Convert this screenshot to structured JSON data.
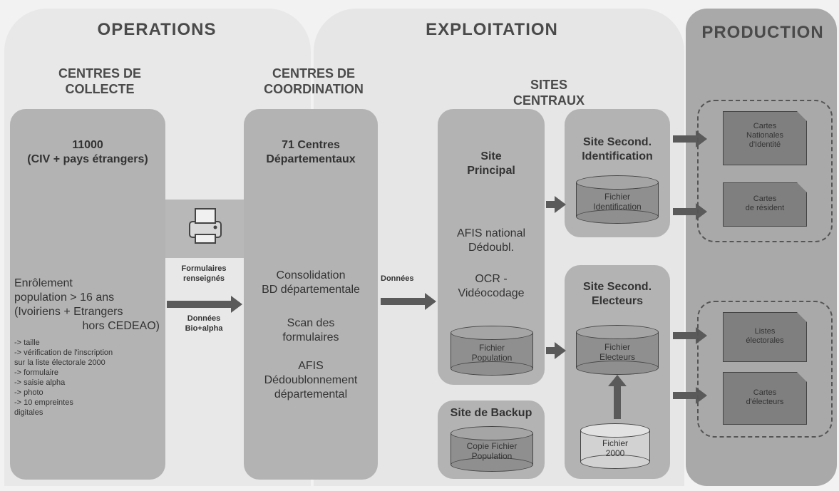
{
  "sections": {
    "operations": "OPERATIONS",
    "exploitation": "EXPLOITATION",
    "production": "PRODUCTION"
  },
  "collecte": {
    "title_line1": "CENTRES DE",
    "title_line2": "COLLECTE",
    "count": "11000",
    "count_sub": "(CIV + pays étrangers)",
    "enrol_line1": "Enrôlement",
    "enrol_line2": "population > 16 ans",
    "enrol_line3": "(Ivoiriens + Etrangers",
    "enrol_line4": "hors CEDEAO)",
    "steps": [
      "-> taille",
      "-> vérification de l'inscription",
      "sur la liste électorale 2000",
      "-> formulaire",
      "-> saisie alpha",
      "-> photo",
      "-> 10 empreintes",
      "digitales"
    ]
  },
  "link1": {
    "label1_line1": "Formulaires",
    "label1_line2": "renseignés",
    "label2_line1": "Données",
    "label2_line2": "Bio+alpha"
  },
  "coordination": {
    "title_line1": "CENTRES DE",
    "title_line2": "COORDINATION",
    "head_line1": "71 Centres",
    "head_line2": "Départementaux",
    "task1_line1": "Consolidation",
    "task1_line2": "BD départementale",
    "task2_line1": "Scan des",
    "task2_line2": "formulaires",
    "task3_line1": "AFIS",
    "task3_line2": "Dédoublonnement",
    "task3_line3": "départemental"
  },
  "link2": {
    "label": "Données"
  },
  "centraux": {
    "title_line1": "SITES",
    "title_line2": "CENTRAUX",
    "principal_line1": "Site",
    "principal_line2": "Principal",
    "afis_line1": "AFIS national",
    "afis_line2": "Dédoubl.",
    "ocr_line1": "OCR -",
    "ocr_line2": "Vidéocodage",
    "db_population_line1": "Fichier",
    "db_population_line2": "Population",
    "backup_title": "Site de Backup",
    "db_backup_line1": "Copie Fichier",
    "db_backup_line2": "Population",
    "ident_line1": "Site Second.",
    "ident_line2": "Identification",
    "db_ident_line1": "Fichier",
    "db_ident_line2": "Identification",
    "elect_line1": "Site Second.",
    "elect_line2": "Electeurs",
    "db_elect_line1": "Fichier",
    "db_elect_line2": "Electeurs",
    "db_2000_line1": "Fichier",
    "db_2000_line2": "2000"
  },
  "production": {
    "doc1_line1": "Cartes",
    "doc1_line2": "Nationales",
    "doc1_line3": "d'Identité",
    "doc2_line1": "Cartes",
    "doc2_line2": "de résident",
    "doc3_line1": "Listes",
    "doc3_line2": "électorales",
    "doc4_line1": "Cartes",
    "doc4_line2": "d'électeurs"
  },
  "colors": {
    "panel": "#e8e8e8",
    "block": "#b3b3b3",
    "production": "#a9a9a9",
    "arrow": "#5a5a5a"
  }
}
